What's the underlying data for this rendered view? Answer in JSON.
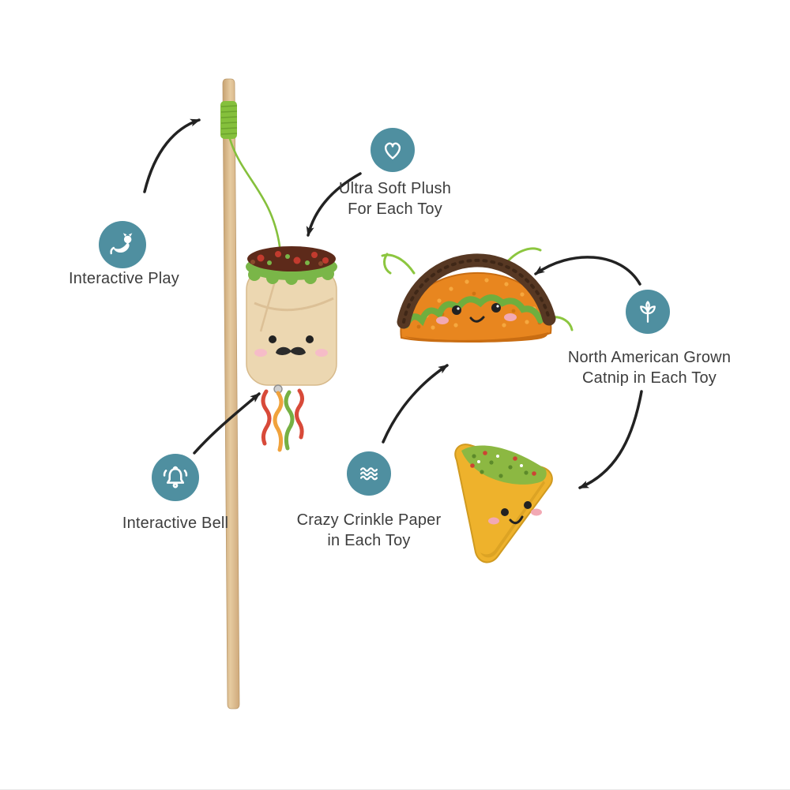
{
  "page": {
    "title": "Cat toy wand feature infographic",
    "background": "#ffffff"
  },
  "colors": {
    "accent_teal": "#4f8fa0",
    "label_text": "#3d3d3d",
    "arrow_black": "#222222",
    "wand_wood": "#d9b98e",
    "string_lime_green": "#8cc63f",
    "burrito_tan": "#ecd7b1",
    "lettuce_green": "#7ab648",
    "taco_orange": "#e8861f",
    "taco_brown_rim": "#573823",
    "chip_yellow": "#eeb22c",
    "guacamole_green": "#8cb842",
    "crinkle_red": "#d84a39",
    "crinkle_orange": "#f0a23c",
    "crinkle_green": "#76b043"
  },
  "callouts": [
    {
      "id": "interactive-play",
      "icon": "cat-play-icon",
      "label_lines": [
        "Interactive Play"
      ]
    },
    {
      "id": "ultra-soft-plush",
      "icon": "heart-icon",
      "label_lines": [
        "Ultra Soft Plush",
        "For Each Toy"
      ]
    },
    {
      "id": "catnip",
      "icon": "catnip-plant-icon",
      "label_lines": [
        "North American Grown",
        "Catnip in Each Toy"
      ]
    },
    {
      "id": "interactive-bell",
      "icon": "bell-icon",
      "label_lines": [
        "Interactive Bell"
      ]
    },
    {
      "id": "crinkle-paper",
      "icon": "crinkle-waves-icon",
      "label_lines": [
        "Crazy Crinkle Paper",
        "in Each Toy"
      ]
    }
  ],
  "illustration": {
    "toys": [
      "wand-stick",
      "burrito-plush",
      "taco-plush",
      "tortilla-chip-plush"
    ]
  }
}
